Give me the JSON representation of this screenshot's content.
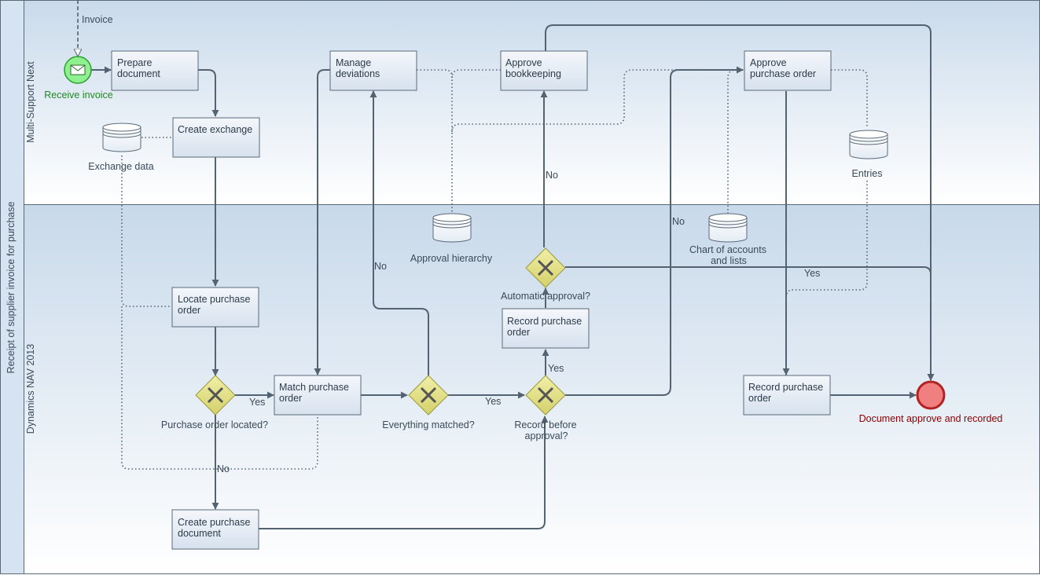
{
  "pool": {
    "title": "Receipt of supplier invoice for purchase"
  },
  "lanes": [
    {
      "id": "lane-top",
      "title": "Multi-Support Next"
    },
    {
      "id": "lane-bottom",
      "title": "Dynamics NAV 2013"
    }
  ],
  "message_label": "Invoice",
  "start_event": {
    "label": "Receive invoice"
  },
  "end_event": {
    "label": "Document approve and recorded"
  },
  "tasks": [
    {
      "id": "prepare",
      "lines": [
        "Prepare",
        "document"
      ]
    },
    {
      "id": "create-exchange",
      "lines": [
        "Create exchange"
      ]
    },
    {
      "id": "manage-deviations",
      "lines": [
        "Manage",
        "deviations"
      ]
    },
    {
      "id": "approve-bookkeeping",
      "lines": [
        "Approve",
        "bookkeeping"
      ]
    },
    {
      "id": "approve-po",
      "lines": [
        "Approve",
        "purchase order"
      ]
    },
    {
      "id": "locate-po",
      "lines": [
        "Locate purchase",
        "order"
      ]
    },
    {
      "id": "match-po",
      "lines": [
        "Match purchase",
        "order"
      ]
    },
    {
      "id": "record-po-1",
      "lines": [
        "Record purchase",
        "order"
      ]
    },
    {
      "id": "record-po-2",
      "lines": [
        "Record purchase",
        "order"
      ]
    },
    {
      "id": "create-po-doc",
      "lines": [
        "Create purchase",
        "document"
      ]
    }
  ],
  "gateways": [
    {
      "id": "po-located",
      "lines": [
        "Purchase order located?"
      ]
    },
    {
      "id": "everything-matched",
      "lines": [
        "Everything matched?"
      ]
    },
    {
      "id": "record-before",
      "lines": [
        "Record before",
        "approval?"
      ]
    },
    {
      "id": "auto-approval",
      "lines": [
        "Automatic approval?"
      ]
    }
  ],
  "data_stores": [
    {
      "id": "exchange-data",
      "lines": [
        "Exchange data"
      ]
    },
    {
      "id": "entries",
      "lines": [
        "Entries"
      ]
    },
    {
      "id": "approval-hierarchy",
      "lines": [
        "Approval hierarchy"
      ]
    },
    {
      "id": "chart-of-accounts",
      "lines": [
        "Chart of accounts",
        "and lists"
      ]
    }
  ],
  "flow_labels": {
    "yes_po_located": "Yes",
    "no_po_located": "No",
    "yes_matched": "Yes",
    "no_matched": "No",
    "yes_record_before": "Yes",
    "no_record_before": "No",
    "no_auto": "No",
    "yes_auto": "Yes"
  },
  "colors": {
    "lane_fill_top": "#ffffff",
    "lane_fill_bottom": "#c8d9ea",
    "task_fill": "#e4ecf5",
    "task_stroke": "#5a6a7a",
    "flow": "#546372",
    "gateway_fill": "#e3e08a",
    "gateway_stroke": "#9a9a40",
    "start_fill": "#8ef08e",
    "start_stroke": "#2aa02a",
    "end_fill": "#f08080",
    "end_stroke": "#b22222"
  }
}
